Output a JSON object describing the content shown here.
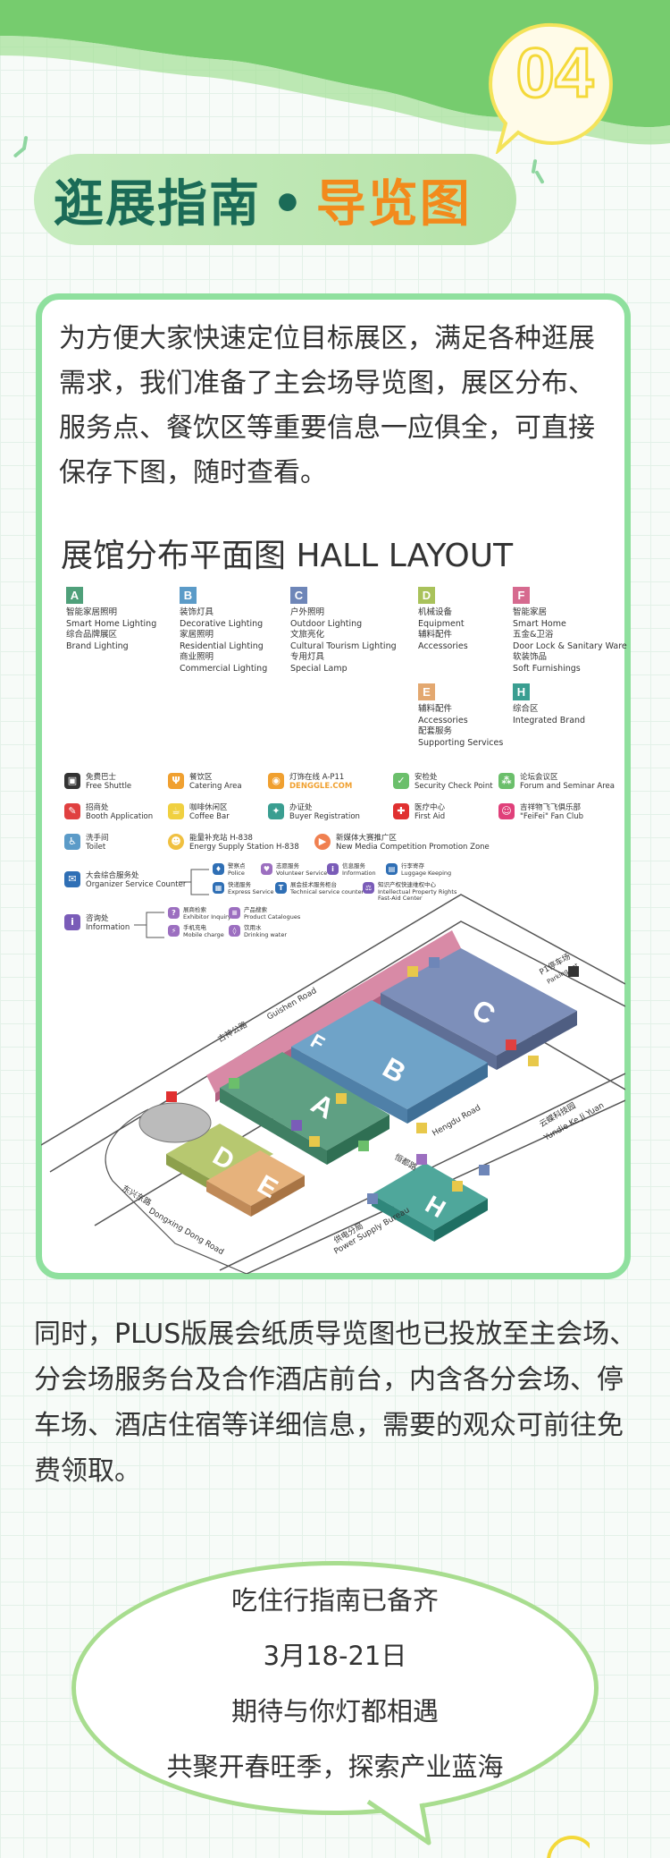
{
  "header": {
    "number": "04",
    "title_main": "逛展指南",
    "title_dot": "•",
    "title_sub": "导览图"
  },
  "intro": "为方便大家快速定位目标展区，满足各种逛展需求，我们准备了主会场导览图，展区分布、服务点、餐饮区等重要信息一应俱全，可直接保存下图，随时查看。",
  "layout_title": "展馆分布平面图 HALL LAYOUT",
  "zones": [
    {
      "letter": "A",
      "color": "#4fa07a",
      "lines": [
        "智能家居照明",
        "Smart Home Lighting",
        "综合品牌展区",
        "Brand Lighting"
      ]
    },
    {
      "letter": "B",
      "color": "#5b9bc8",
      "lines": [
        "装饰灯具",
        "Decorative Lighting",
        "家居照明",
        "Residential Lighting",
        "商业照明",
        "Commercial Lighting"
      ]
    },
    {
      "letter": "C",
      "color": "#6e86b8",
      "lines": [
        "户外照明",
        "Outdoor Lighting",
        "文旅亮化",
        "Cultural Tourism Lighting",
        "专用灯具",
        "Special Lamp"
      ]
    },
    {
      "letter": "D",
      "color": "#a9c25b",
      "lines": [
        "机械设备",
        "Equipment",
        "辅料配件",
        "Accessories"
      ]
    },
    {
      "letter": "F",
      "color": "#d66a8f",
      "lines": [
        "智能家居",
        "Smart Home",
        "五金&卫浴",
        "Door Lock & Sanitary Ware",
        "软装饰品",
        "Soft Furnishings"
      ]
    },
    {
      "letter": "E",
      "color": "#e3a870",
      "lines": [
        "辅料配件",
        "Accessories",
        "配套服务",
        "Supporting Services"
      ]
    },
    {
      "letter": "H",
      "color": "#3a9e91",
      "lines": [
        "综合区",
        "Integrated Brand"
      ]
    }
  ],
  "services": [
    {
      "icon": "bus-icon",
      "color": "#333333",
      "glyph": "▣",
      "cn": "免费巴士",
      "en": "Free Shuttle"
    },
    {
      "icon": "catering-icon",
      "color": "#f0a030",
      "glyph": "Ψ",
      "cn": "餐饮区",
      "en": "Catering Area"
    },
    {
      "icon": "bulb-icon",
      "color": "#f0a030",
      "glyph": "◉",
      "cn": "灯饰在线  A-P11",
      "en": "DENGGLE.COM"
    },
    {
      "icon": "security-icon",
      "color": "#6bbf6b",
      "glyph": "✓",
      "cn": "安检处",
      "en": "Security Check Point"
    },
    {
      "icon": "forum-icon",
      "color": "#6bbf6b",
      "glyph": "⁂",
      "cn": "论坛会议区",
      "en": "Forum and Seminar Area"
    },
    {
      "icon": "booth-icon",
      "color": "#e04040",
      "glyph": "✎",
      "cn": "招商处",
      "en": "Booth Application"
    },
    {
      "icon": "coffee-icon",
      "color": "#f0d040",
      "glyph": "☕",
      "cn": "咖啡休闲区",
      "en": "Coffee Bar"
    },
    {
      "icon": "buyer-icon",
      "color": "#3a9e91",
      "glyph": "✦",
      "cn": "办证处",
      "en": "Buyer Registration"
    },
    {
      "icon": "firstaid-icon",
      "color": "#e03030",
      "glyph": "✚",
      "cn": "医疗中心",
      "en": "First Aid"
    },
    {
      "icon": "fanclub-icon",
      "color": "#e0407a",
      "glyph": "☺",
      "cn": "吉祥物飞飞俱乐部",
      "en": "\"FeiFei\" Fan Club"
    },
    {
      "icon": "toilet-icon",
      "color": "#5b9bc8",
      "glyph": "♿",
      "cn": "洗手间",
      "en": "Toilet"
    },
    {
      "icon": "energy-icon",
      "color": "#f0c040",
      "glyph": "☻",
      "cn": "能量补充站 H-838",
      "en": "Energy Supply Station H-838"
    },
    {
      "icon": "media-icon",
      "color": "#f08050",
      "glyph": "▶",
      "cn": "新媒体大赛推广区",
      "en": "New Media Competition Promotion Zone"
    }
  ],
  "organizer": {
    "cn": "大会综合服务处",
    "en": "Organizer Service Counter",
    "subs": [
      {
        "icon": "police-icon",
        "color": "#2f6fb5",
        "glyph": "♦",
        "cn": "警察点",
        "en": "Police"
      },
      {
        "icon": "volunteer-icon",
        "color": "#9c6fc0",
        "glyph": "♥",
        "cn": "志愿服务",
        "en": "Volunteer Service"
      },
      {
        "icon": "info-small-icon",
        "color": "#7a5cb8",
        "glyph": "i",
        "cn": "信息服务",
        "en": "Information"
      },
      {
        "icon": "luggage-icon",
        "color": "#2f6fb5",
        "glyph": "▤",
        "cn": "行李寄存",
        "en": "Luggage Keeping"
      },
      {
        "icon": "express-icon",
        "color": "#2f6fb5",
        "glyph": "▦",
        "cn": "快递服务",
        "en": "Express Service"
      },
      {
        "icon": "tech-icon",
        "color": "#2f6fb5",
        "glyph": "T",
        "cn": "展会技术服务柜台",
        "en": "Technical service counter"
      },
      {
        "icon": "ip-icon",
        "color": "#7a5cb8",
        "glyph": "⚖",
        "cn": "知识产权快速维权中心",
        "en": "Intellectual Property Rights Fast-Aid Center"
      }
    ]
  },
  "information": {
    "cn": "咨询处",
    "en": "Information",
    "subs": [
      {
        "icon": "inquiry-icon",
        "color": "#9c6fc0",
        "glyph": "?",
        "cn": "展商检索",
        "en": "Exhibitor Inquiry"
      },
      {
        "icon": "catalogue-icon",
        "color": "#9c6fc0",
        "glyph": "≡",
        "cn": "产品搜索",
        "en": "Product Catalogues"
      },
      {
        "icon": "charge-icon",
        "color": "#9c6fc0",
        "glyph": "⚡",
        "cn": "手机充电",
        "en": "Mobile charge"
      },
      {
        "icon": "water-icon",
        "color": "#9c6fc0",
        "glyph": "◊",
        "cn": "饮用水",
        "en": "Drinking water"
      }
    ]
  },
  "map": {
    "roads": {
      "guishen_cn": "古神公路",
      "guishen_en": "Guishen Road",
      "dongxing_cn": "东兴东路",
      "dongxing_en": "Dongxing Dong Road",
      "hengdu_cn": "恒都路",
      "hengdu_en": "Hengdu Road",
      "power_cn": "供电分局",
      "power_en": "Power Supply Bureau",
      "yundie_cn": "云蝶科技园",
      "yundie_en": "Yundie Ke Ji Yuan",
      "p1_cn": "P1停车场",
      "p1_en": "Parking Lot"
    },
    "halls": [
      "A",
      "B",
      "C",
      "D",
      "E",
      "F",
      "H"
    ]
  },
  "para2": "同时，PLUS版展会纸质导览图也已投放至主会场、分会场服务台及合作酒店前台，内含各分会场、停车场、酒店住宿等详细信息，需要的观众可前往免费领取。",
  "bubble": {
    "line1": "吃住行指南已备齐",
    "line2": "3月18-21日",
    "line3": "期待与你灯都相遇",
    "line4": "共聚开春旺季，探索产业蓝海"
  }
}
